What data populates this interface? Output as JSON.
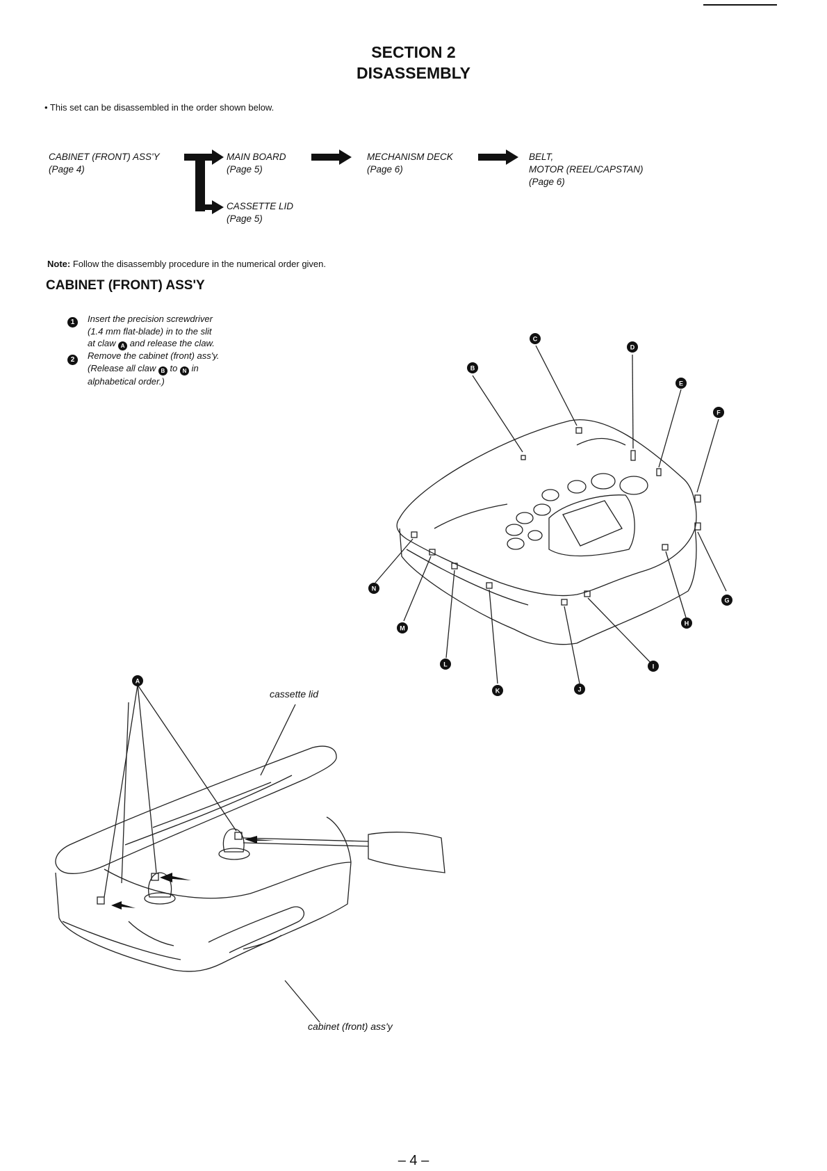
{
  "header": {
    "section": "SECTION 2",
    "title": "DISASSEMBLY"
  },
  "intro": "• This set can be disassembled in the order shown below.",
  "flow": {
    "cabinet": {
      "name": "CABINET (FRONT) ASS'Y",
      "page": "(Page 4)"
    },
    "main_board": {
      "name": "MAIN BOARD",
      "page": "(Page 5)"
    },
    "mechanism_deck": {
      "name": "MECHANISM DECK",
      "page": "(Page 6)"
    },
    "belt": {
      "name1": "BELT,",
      "name2": "MOTOR (REEL/CAPSTAN)",
      "page": "(Page 6)"
    },
    "cassette_lid": {
      "name": "CASSETTE LID",
      "page": "(Page 5)"
    }
  },
  "note": {
    "label": "Note:",
    "text": " Follow the disassembly procedure in the numerical order given."
  },
  "subheading": "CABINET (FRONT) ASS'Y",
  "steps": {
    "n1": "1",
    "s1_l1": "Insert the precision screwdriver",
    "s1_l2": "(1.4 mm flat-blade) in to the slit",
    "s1_l3a": "at claw ",
    "claw_a": "A",
    "s1_l3b": " and release the claw.",
    "n2": "2",
    "s2_l1": "Remove the cabinet (front) ass'y.",
    "s2_l2a": "(Release all claw ",
    "claw_b": "B",
    "s2_l2b": " to ",
    "claw_n": "N",
    "s2_l2c": " in",
    "s2_l3": "alphabetical order.)"
  },
  "callouts": {
    "cassette_lid": "cassette lid",
    "cabinet_front": "cabinet (front) ass'y",
    "A": "A",
    "B": "B",
    "C": "C",
    "D": "D",
    "E": "E",
    "F": "F",
    "G": "G",
    "H": "H",
    "I": "I",
    "J": "J",
    "K": "K",
    "L": "L",
    "M": "M",
    "N": "N"
  },
  "page_number": "– 4 –"
}
